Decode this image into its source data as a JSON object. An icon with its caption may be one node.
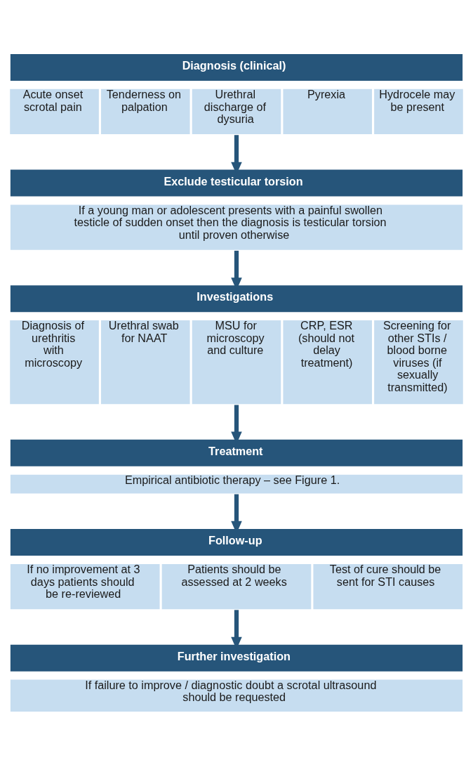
{
  "diagram": {
    "nodes": [
      {
        "text": [
          "Diagnosis (clinical)"
        ]
      },
      {
        "text": [
          "Acute onset scrotal pain"
        ]
      },
      {
        "text": [
          "Tenderness on palpation"
        ]
      },
      {
        "text": [
          "Urethral discharge of dysuria"
        ]
      },
      {
        "text": [
          "Pyrexia"
        ]
      },
      {
        "text": [
          "Hydrocele may be present"
        ]
      },
      {
        "text": [
          "Exclude testicular torsion"
        ]
      },
      {
        "text": [
          "If a young man or adolescent presents with a painful swollen testicle of sudden onset then the diagnosis is testicular torsion until proven otherwise"
        ]
      },
      {
        "text": [
          "Investigations"
        ]
      },
      {
        "text": [
          "Diagnosis of urethritis with microscopy"
        ]
      },
      {
        "text": [
          "Urethral swab for NAAT"
        ]
      },
      {
        "text": [
          "MSU for microscopy and culture"
        ]
      },
      {
        "text": [
          "CRP, ESR (should not delay treatment)"
        ]
      },
      {
        "text": [
          "Screening for other STIs / blood borne viruses (if sexually transmitted)"
        ]
      },
      {
        "text": [
          "Treatment"
        ]
      },
      {
        "text": [
          "Empirical antibiotic therapy – see Figure 1."
        ]
      },
      {
        "text": [
          "Follow-up"
        ]
      },
      {
        "text": [
          "If no improvement at 3 days patients should be re-reviewed"
        ]
      },
      {
        "text": [
          "Patients should be assessed at 2 weeks"
        ]
      },
      {
        "text": [
          "Test of cure should be sent for STI causes"
        ]
      },
      {
        "text": [
          "Further investigation"
        ]
      },
      {
        "text": [
          "If failure to improve / diagnostic doubt a scrotal ultrasound should be requested"
        ]
      }
    ],
    "edges": [
      {
        "from": 3,
        "to": 6,
        "arrow": "to"
      },
      {
        "from": 7,
        "to": 8,
        "arrow": "to"
      },
      {
        "from": 11,
        "to": 14,
        "arrow": "to"
      },
      {
        "from": 15,
        "to": 16,
        "arrow": "to"
      },
      {
        "from": 18,
        "to": 20,
        "arrow": "to"
      }
    ]
  }
}
